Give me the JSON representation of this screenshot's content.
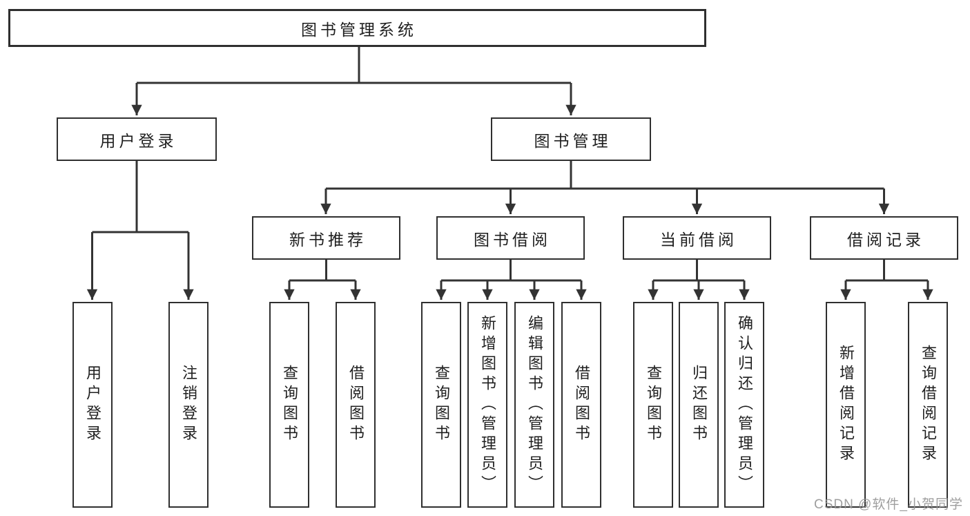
{
  "diagram": {
    "root": "图书管理系统",
    "level2": {
      "user_login": "用户登录",
      "book_mgmt": "图书管理"
    },
    "user_login_children": {
      "login": "用户登录",
      "logout": "注销登录"
    },
    "level3": {
      "new_books": "新书推荐",
      "book_borrow": "图书借阅",
      "current_borrow": "当前借阅",
      "borrow_records": "借阅记录"
    },
    "new_books_children": {
      "query": "查询图书",
      "borrow": "借阅图书"
    },
    "book_borrow_children": {
      "query": "查询图书",
      "add_admin": "新增图书（管理员）",
      "edit_admin": "编辑图书（管理员）",
      "borrow": "借阅图书"
    },
    "current_borrow_children": {
      "query": "查询图书",
      "return": "归还图书",
      "confirm_return_admin": "确认归还（管理员）"
    },
    "borrow_records_children": {
      "add_record": "新增借阅记录",
      "query_record": "查询借阅记录"
    },
    "watermark": "CSDN @软件_小贺同学",
    "colors": {
      "line": "#333333",
      "text": "#1f1f1f",
      "box_background": "#ffffff",
      "watermark": "#969696"
    }
  }
}
